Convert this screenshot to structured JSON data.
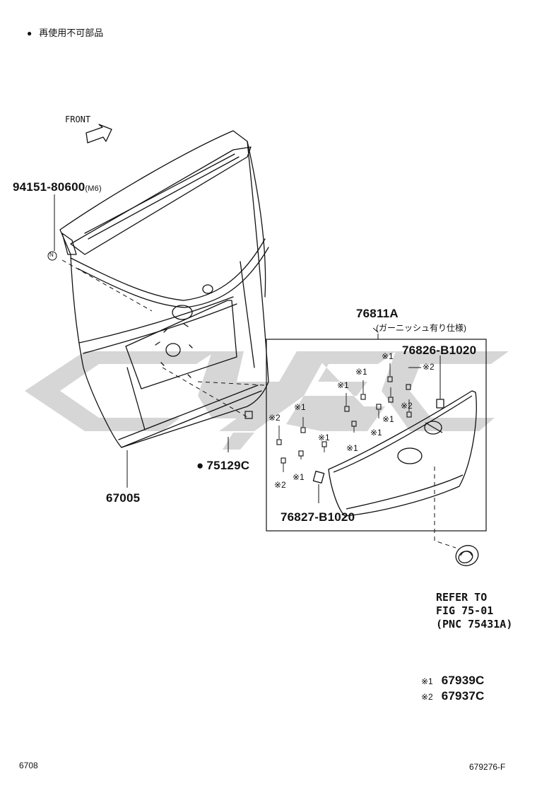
{
  "legend_top": {
    "marker": "●",
    "text": "再使用不可部品"
  },
  "front_label": "FRONT",
  "parts": {
    "p94151": {
      "number": "94151-80600",
      "suffix": "(M6)"
    },
    "p67005": "67005",
    "p75129C": {
      "marker": "●",
      "number": "75129C"
    },
    "p76811A": {
      "number": "76811A",
      "note": "(ガーニッシュ有り仕様)"
    },
    "p76826": "76826-B1020",
    "p76827": "76827-B1020"
  },
  "markers": {
    "m1": "※1",
    "m2": "※2"
  },
  "refer": {
    "line1": "REFER TO",
    "line2": "FIG 75-01",
    "line3": "(PNC 75431A)"
  },
  "key": [
    {
      "mark": "※1",
      "part": "67939C"
    },
    {
      "mark": "※2",
      "part": "67937C"
    }
  ],
  "footer": {
    "page": "6708",
    "code": "679276-F"
  },
  "watermark": "cyber"
}
